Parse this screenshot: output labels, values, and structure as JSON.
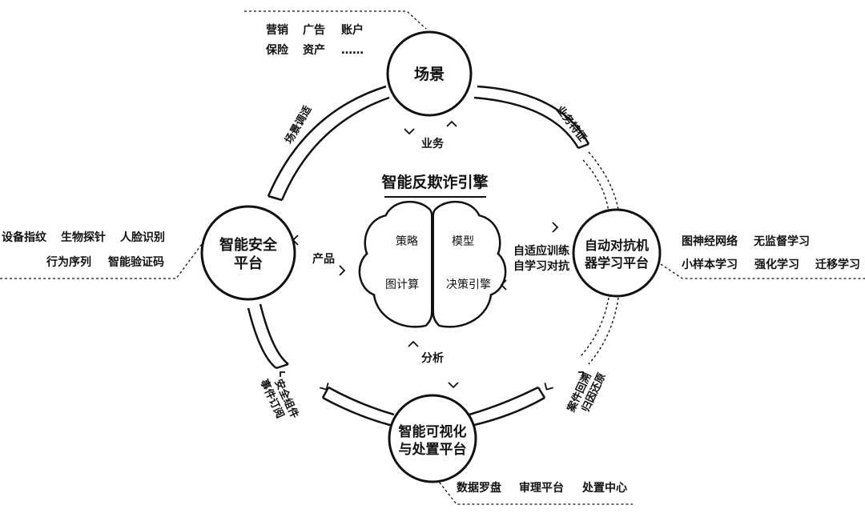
{
  "nodes": {
    "scene": "场景",
    "security_line1": "智能安全",
    "security_line2": "平台",
    "adversarial_line1": "自动对抗机",
    "adversarial_line2": "器学习平台",
    "visual_line1": "智能可视化",
    "visual_line2": "与处置平台"
  },
  "engine": {
    "title": "智能反欺诈引擎",
    "quad_tl": "策略",
    "quad_tr": "模型",
    "quad_bl": "图计算",
    "quad_br": "决策引擎"
  },
  "inner_labels": {
    "business": "业务",
    "product": "产品",
    "analysis": "分析",
    "adaptive_line1": "自适应训练",
    "adaptive_line2": "自学习对抗"
  },
  "arc_labels": {
    "scene_tuning": "场景调适",
    "biz_features": "业务特征",
    "case_line1": "案件回溯",
    "case_line2": "归因还原",
    "sec_line1": "安全组件",
    "sec_line2": "事件订阅"
  },
  "annotations": {
    "scene_row1": [
      "营销",
      "广告",
      "账户"
    ],
    "scene_row2": [
      "保险",
      "资产",
      "……"
    ],
    "security_row1": [
      "设备指纹",
      "生物探针",
      "人脸识别"
    ],
    "security_row2": [
      "行为序列",
      "智能验证码"
    ],
    "ml_row1": [
      "图神经网络",
      "无监督学习"
    ],
    "ml_row2": [
      "小样本学习",
      "强化学习",
      "迁移学习"
    ],
    "visual_row": [
      "数据罗盘",
      "审理平台",
      "处置中心"
    ]
  }
}
